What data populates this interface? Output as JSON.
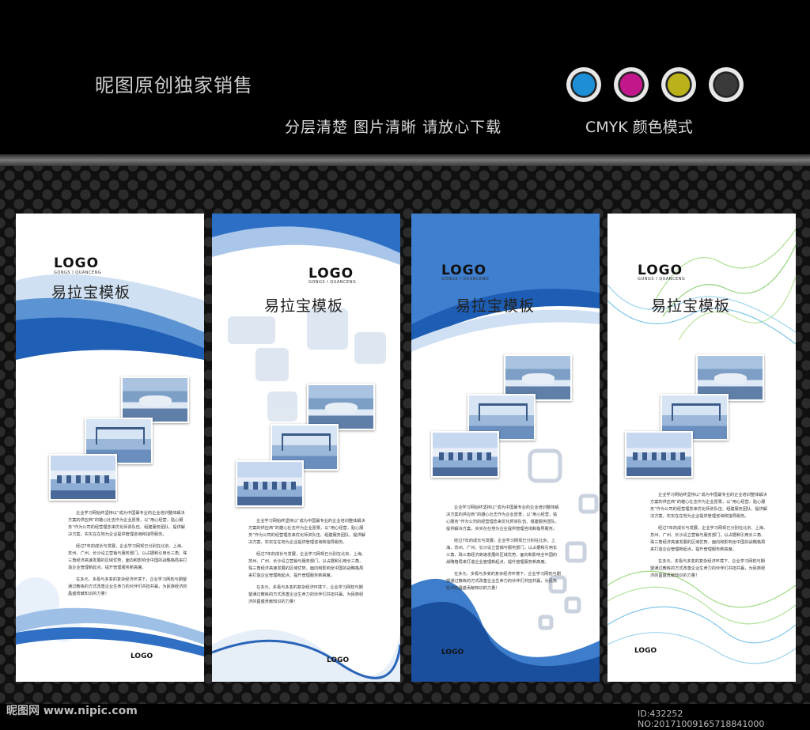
{
  "header": {
    "title": "昵图原创独家销售",
    "tagline": "分层清楚  图片清晰  请放心下载",
    "cmyk_label": "CMYK 颜色模式",
    "swatch_colors": [
      "#1e8fd6",
      "#c2178a",
      "#b9b21a",
      "#3a3a3a"
    ]
  },
  "panels": [
    {
      "logo": "LOGO",
      "logo_sub": "GONGS I QUANCENG",
      "title": "易拉宝模板",
      "small_logo": "LOGO",
      "paragraphs": [
        "企业学习网始终坚持以“成为中国最专业的企业培训整体解决方案的供应商”的雄心壮志作为企业愿景，以“用心经营，贴心服务”作为公司的经营理念来优化师资队伍、组建服务团队、提供解决方案，实实在在地为企业提供管理咨询和指导服务。",
        "经过7年的成长与发展，企业学习网现已分别在北京、上海、苏州、广州、长沙设立营销与服务部门，以占据和引用长三角、珠三角经济高速发展的区域优势，面向和影响全中国的战略格局来打造企业管理新起点，提升管理服务新高度。",
        "在多元、多极与多变的复杂经济环境下，企业学习网枕与期望通过教练的方式改善企业生命力的伙伴们共担共赢，为民族经济的昌盛贡献知识的力量！"
      ]
    },
    {
      "logo": "LOGO",
      "logo_sub": "GONGS I QUANCENG",
      "title": "易拉宝模板",
      "small_logo": "LOGO",
      "paragraphs": [
        "企业学习网始终坚持以“成为中国最专业的企业培训整体解决方案的供应商”的雄心壮志作为企业愿景，以“用心经营，贴心服务”作为公司的经营理念来优化师资队伍、组建服务团队、提供解决方案，实实在在地为企业提供管理咨询和指导服务。",
        "经过7年的成长与发展，企业学习网现已分别在北京、上海、苏州、广州、长沙设立营销与服务部门，以占据和引用长三角、珠三角经济高速发展的区域优势，面向和影响全中国的战略格局来打造企业管理新起点，提升管理服务新高度。",
        "在多元、多极与多变的复杂经济环境下，企业学习网枕与期望通过教练的方式改善企业生命力的伙伴们共担共赢，为民族经济的昌盛贡献知识的力量！"
      ]
    },
    {
      "logo": "LOGO",
      "logo_sub": "GONGS I QUANCENG",
      "title": "易拉宝模板",
      "small_logo": "LOGO",
      "paragraphs": [
        "企业学习网始终坚持以“成为中国最专业的企业培训整体解决方案的供应商”的雄心壮志作为企业愿景，以“用心经营，贴心服务”作为公司的经营理念来优化师资队伍、组建服务团队、提供解决方案，实实在在地为企业提供管理咨询和指导服务。",
        "经过7年的成长与发展，企业学习网现已分别在北京、上海、苏州、广州、长沙设立营销与服务部门，以占据和引用长三角、珠三角经济高速发展的区域优势，面向和影响全中国的战略格局来打造企业管理新起点，提升管理服务新高度。",
        "在多元、多极与多变的复杂经济环境下，企业学习网枕与期望通过教练的方式改善企业生命力的伙伴们共担共赢，为民族经济的昌盛贡献知识的力量！"
      ]
    },
    {
      "logo": "LOGO",
      "logo_sub": "GONGS I QUANCENG",
      "title": "易拉宝模板",
      "small_logo": "LOGO",
      "paragraphs": [
        "企业学习网始终坚持以“成为中国最专业的企业培训整体解决方案的供应商”的雄心壮志作为企业愿景，以“用心经营，贴心服务”作为公司的经营理念来优化师资队伍、组建服务团队、提供解决方案，实实在在地为企业提供管理咨询和指导服务。",
        "经过7年的成长与发展，企业学习网现已分别在北京、上海、苏州、广州、长沙设立营销与服务部门，以占据和引用长三角、珠三角经济高速发展的区域优势，面向和影响全中国的战略格局来打造企业管理新起点，提升管理服务新高度。",
        "在多元、多极与多变的复杂经济环境下，企业学习网枕与期望通过教练的方式改善企业生命力的伙伴们共担共赢，为民族经济的昌盛贡献知识的力量！"
      ]
    }
  ],
  "footer": {
    "site": "昵图网 www.nipic.com",
    "id_line": "ID:432252 NO:20171009165718841000"
  }
}
